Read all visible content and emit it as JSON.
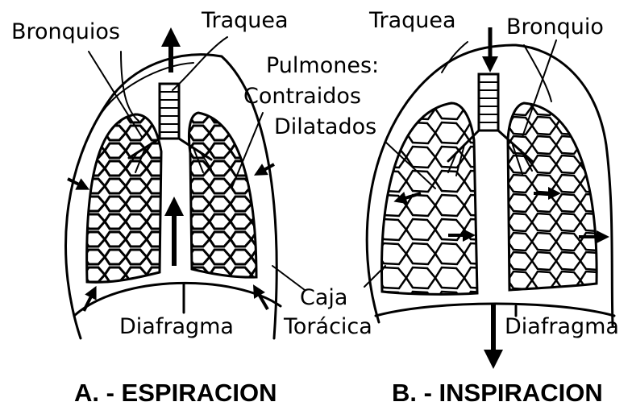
{
  "panel_a": {
    "labels": {
      "bronchi": "Bronquios",
      "trachea": "Traquea",
      "diaphragm": "Diafragma"
    },
    "caption": "A. - ESPIRACION"
  },
  "panel_b": {
    "labels": {
      "trachea": "Traquea",
      "bronchus": "Bronquio",
      "diaphragm": "Diafragma"
    },
    "caption": "B. - INSPIRACION"
  },
  "shared_labels": {
    "lungs": "Pulmones:",
    "contracted": "Contraidos",
    "dilated": "Dilatados",
    "thoracic_cage_1": "Caja",
    "thoracic_cage_2": "Torácica"
  }
}
